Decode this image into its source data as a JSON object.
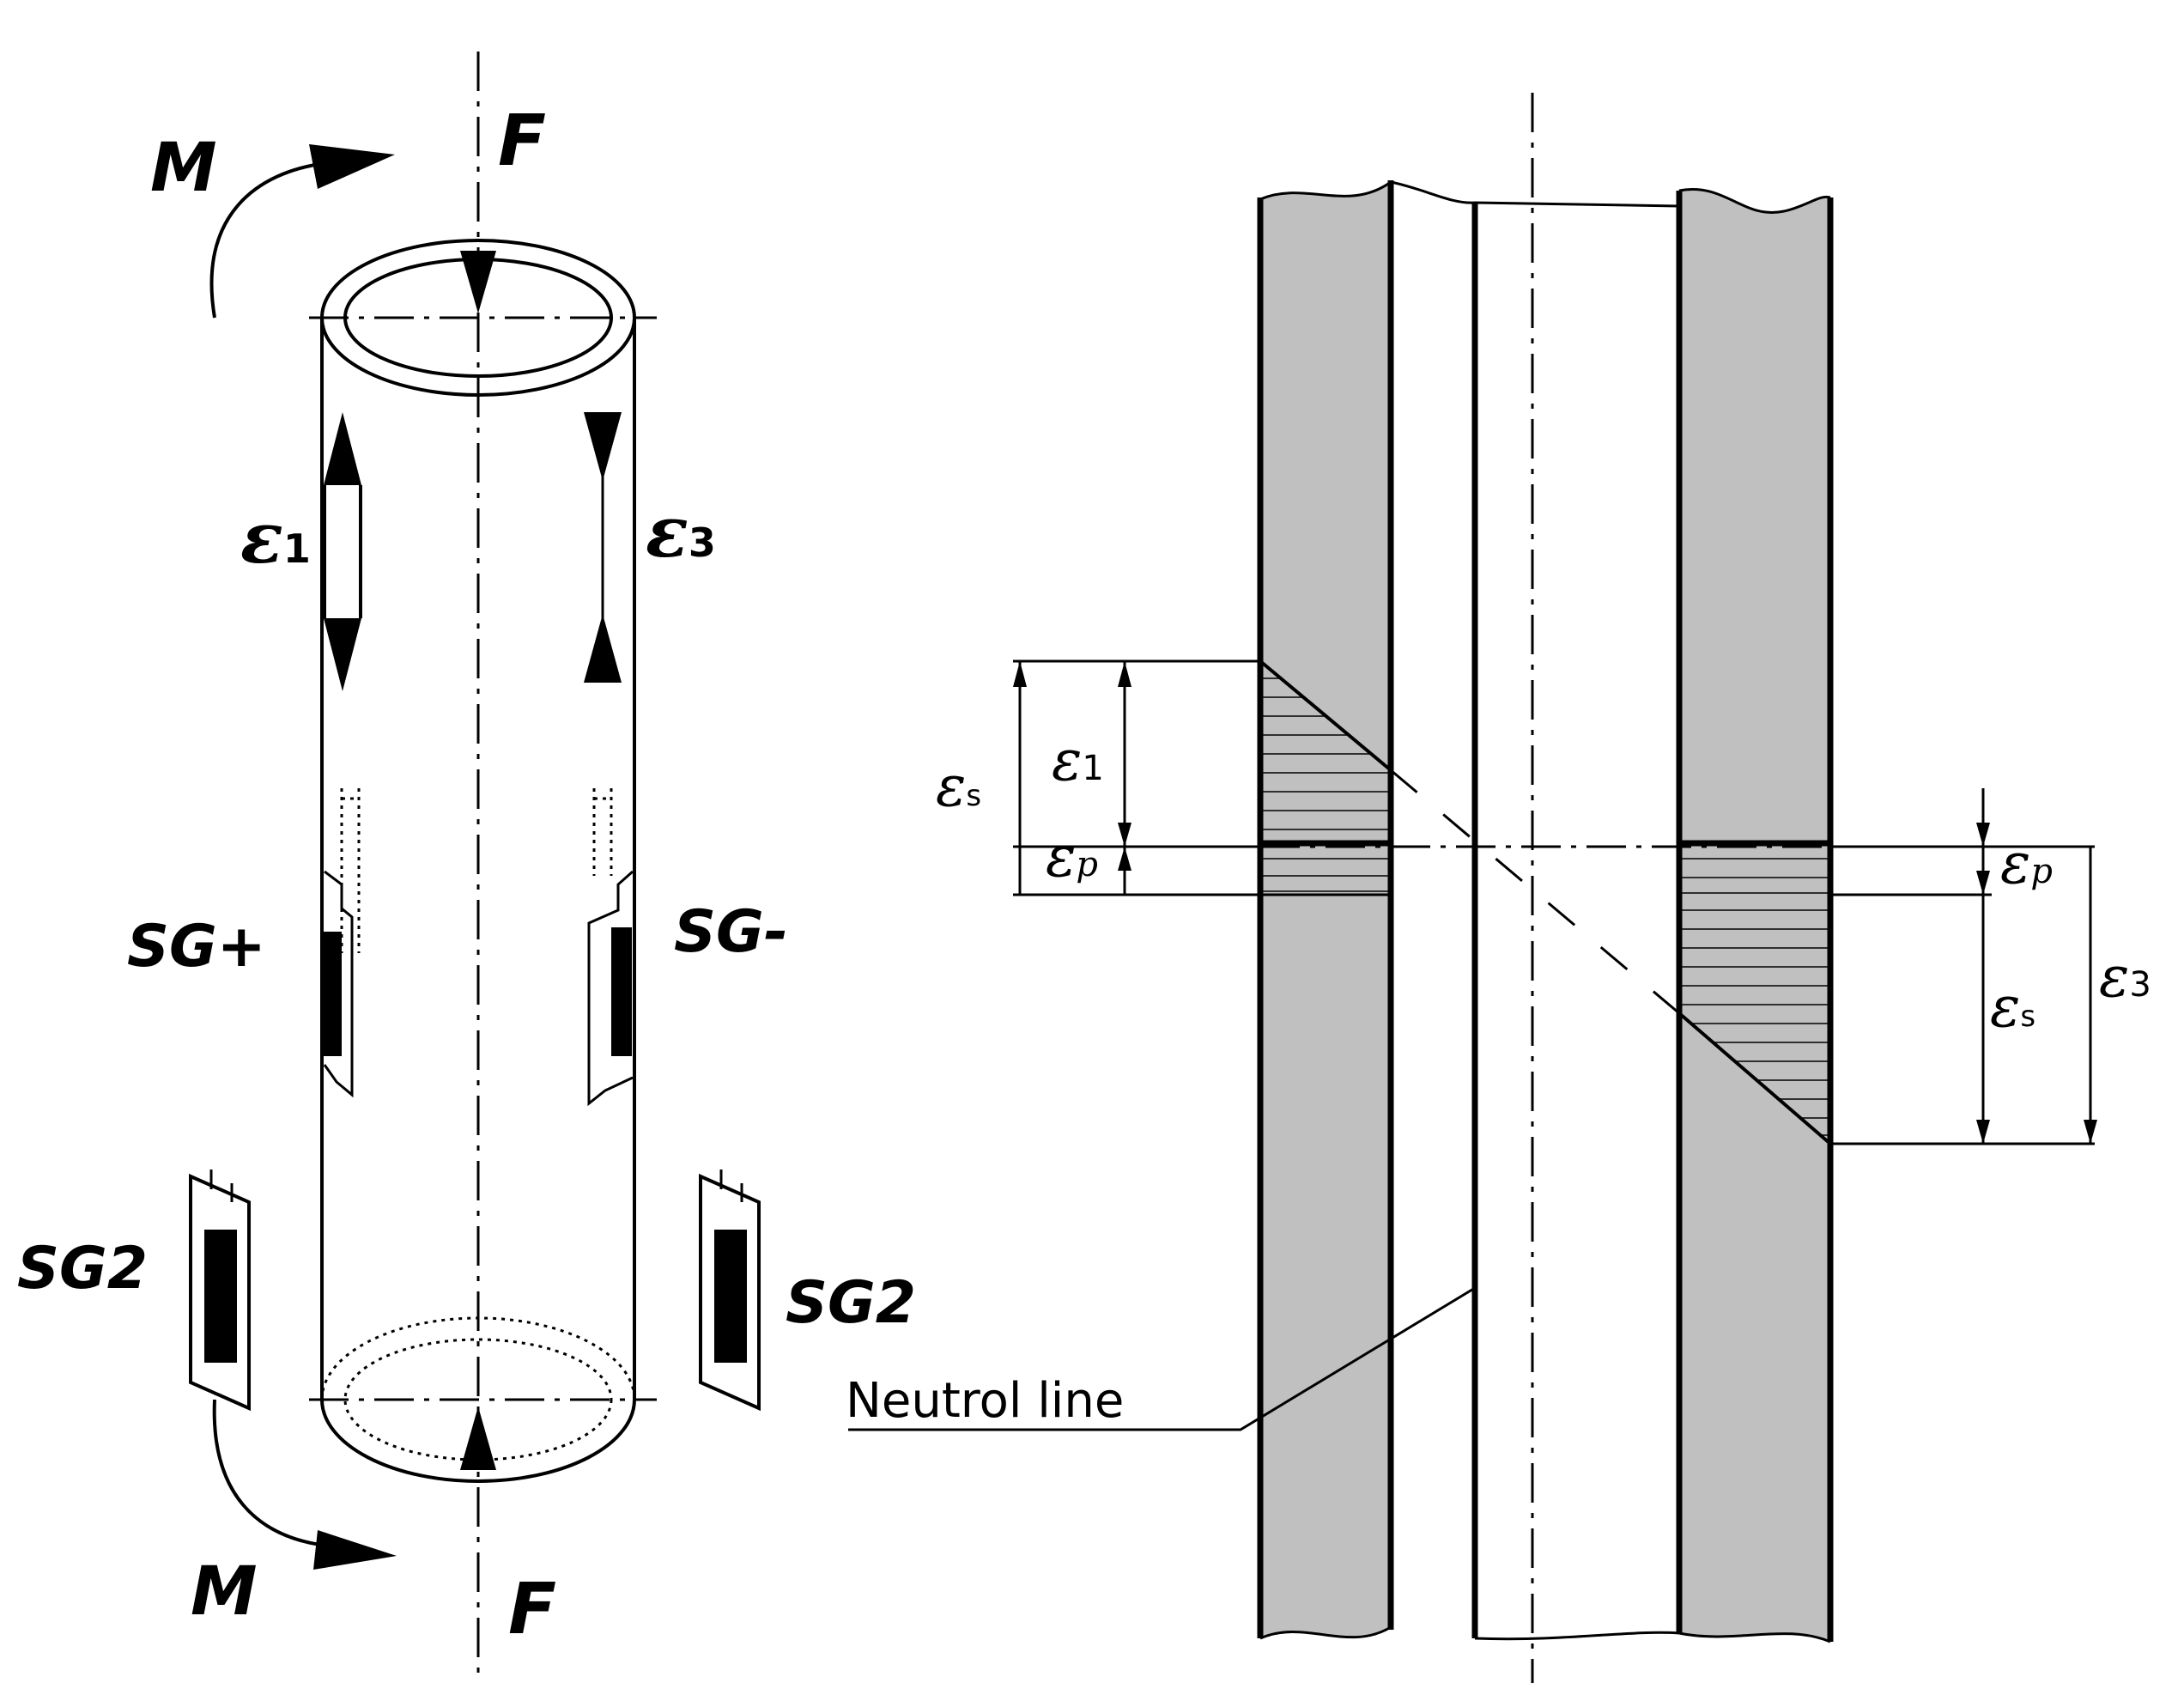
{
  "left_figure": {
    "moment_top": "M",
    "moment_bottom": "M",
    "force_top": "F",
    "force_bottom": "F",
    "strain_left": {
      "symbol": "ε",
      "index": "1"
    },
    "strain_right": {
      "symbol": "ε",
      "index": "3"
    },
    "gauge_plus": "SG+",
    "gauge_minus": "SG-",
    "gauge2_left": "SG2",
    "gauge2_right": "SG2"
  },
  "right_figure": {
    "eps_s_left": {
      "symbol": "ε",
      "index": "s"
    },
    "eps_1": {
      "symbol": "ε",
      "index": "1"
    },
    "eps_p_left": {
      "symbol": "ε",
      "index": "p"
    },
    "eps_p_right": {
      "symbol": "ε",
      "index": "p"
    },
    "eps_s_right": {
      "symbol": "ε",
      "index": "s"
    },
    "eps_3": {
      "symbol": "ε",
      "index": "3"
    },
    "neutral_line": "Neutrol line"
  },
  "colors": {
    "wall_fill": "#c0c0c0",
    "line": "#000000",
    "background": "#ffffff"
  }
}
